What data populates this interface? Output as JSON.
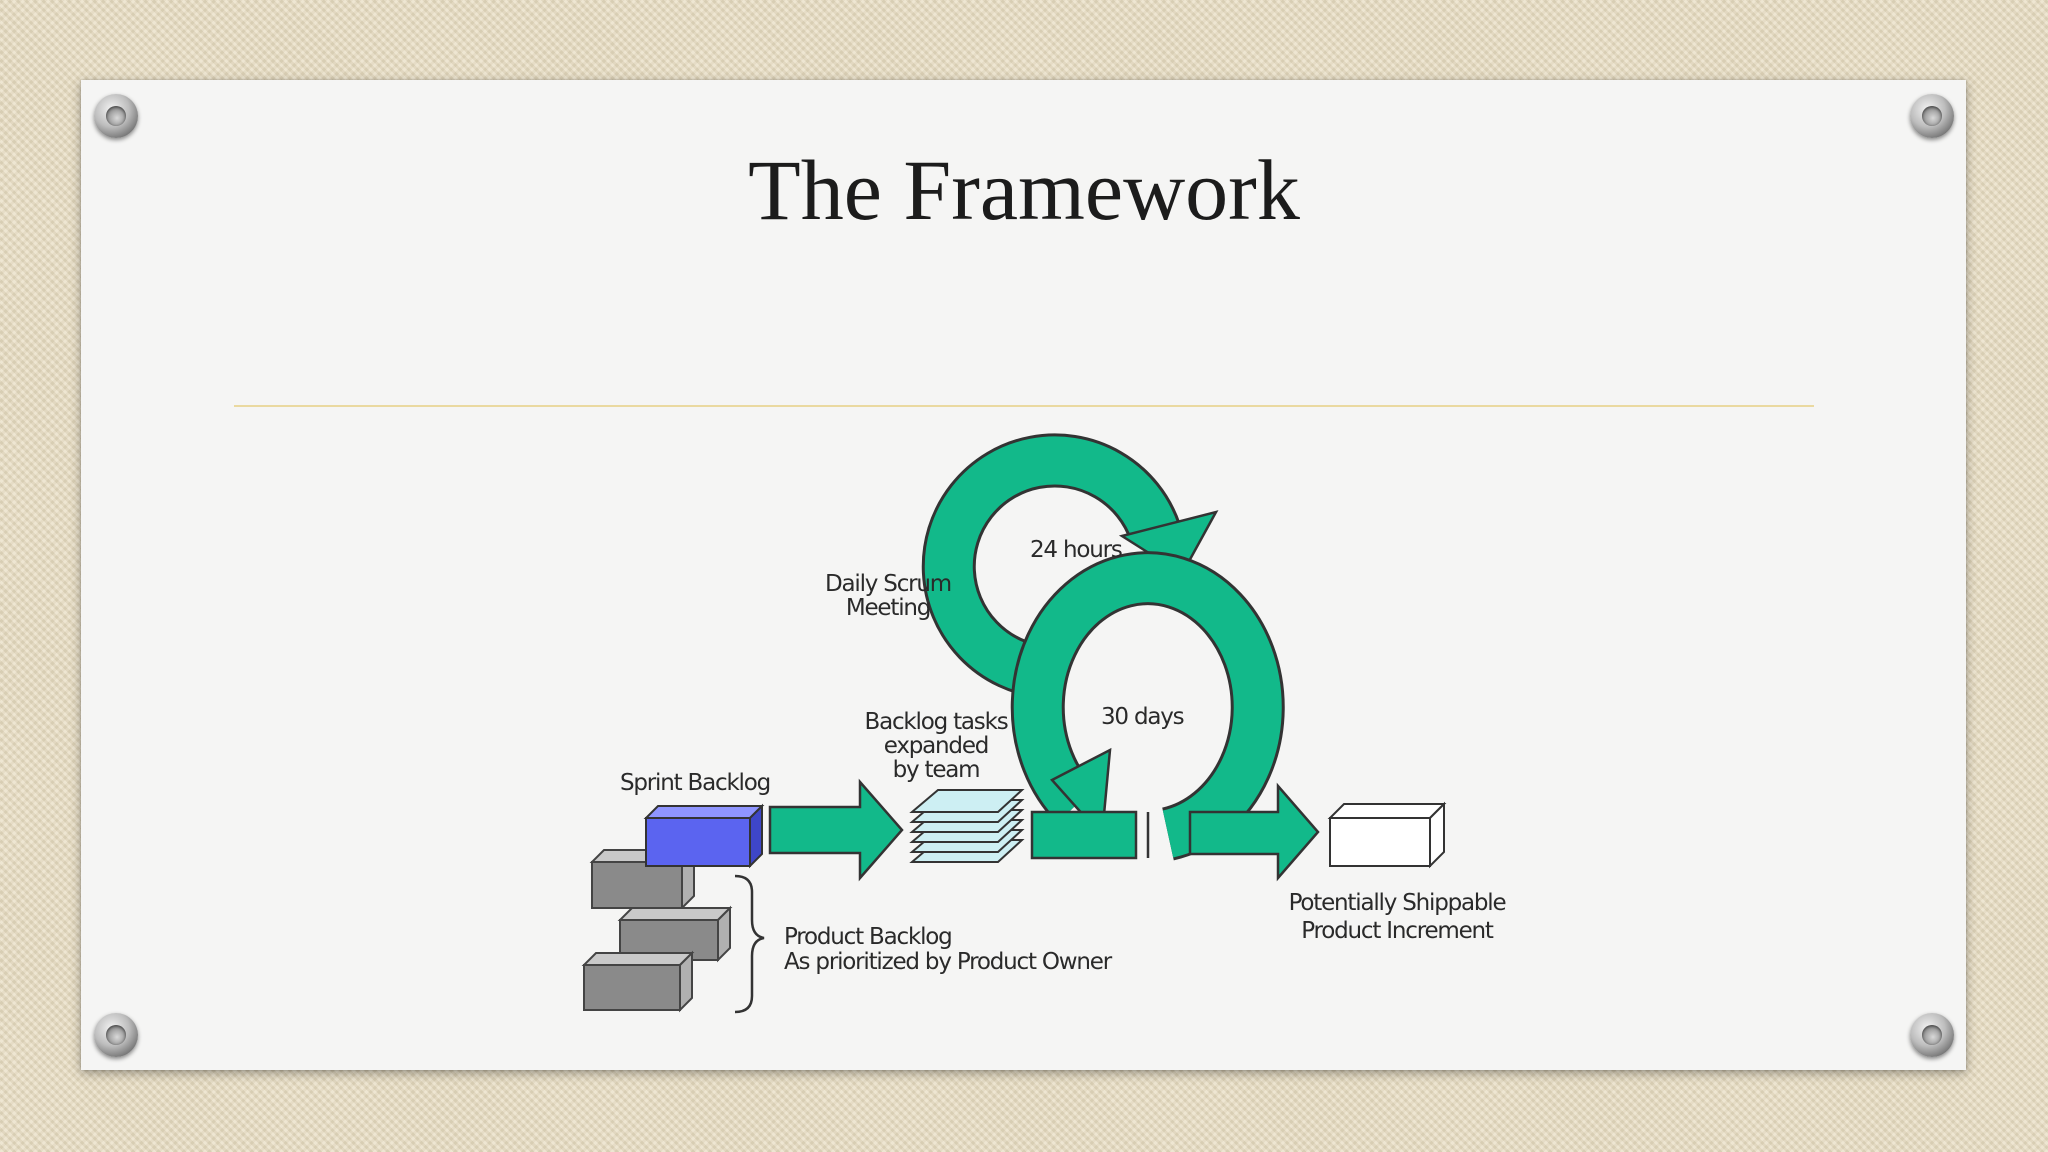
{
  "slide": {
    "title": "The Framework"
  },
  "diagram": {
    "labels": {
      "cycle_small": "24 hours",
      "daily_scrum_line1": "Daily Scrum",
      "daily_scrum_line2": "Meeting",
      "cycle_large": "30 days",
      "backlog_tasks_line1": "Backlog tasks",
      "backlog_tasks_line2": "expanded",
      "backlog_tasks_line3": "by team",
      "sprint_backlog": "Sprint Backlog",
      "product_backlog_line1": "Product Backlog",
      "product_backlog_line2": "As prioritized by Product Owner",
      "increment_line1": "Potentially Shippable",
      "increment_line2": "Product Increment"
    },
    "colors": {
      "arrow_green": "#12b98a",
      "sprint_block": "#5b64f0",
      "product_block": "#8a8a8a",
      "task_sheet": "#cdeff3"
    }
  }
}
